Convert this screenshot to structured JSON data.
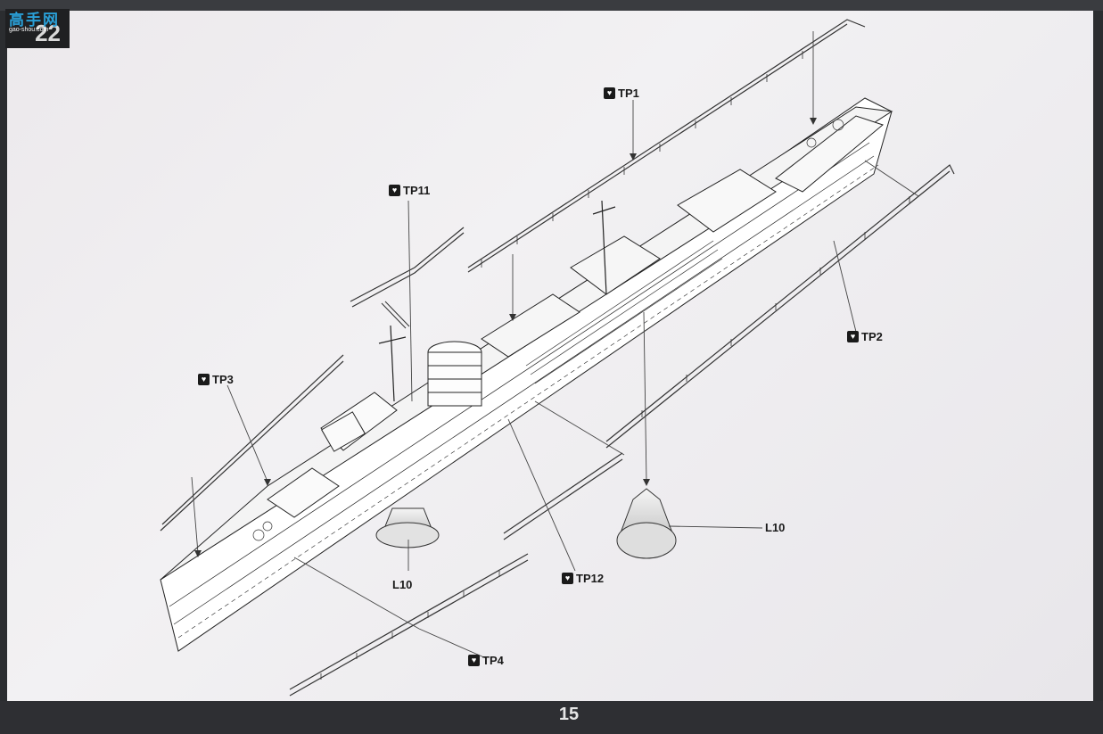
{
  "step": {
    "number": "22"
  },
  "site_logo": {
    "text": "高手网",
    "url": "gao-shou.com"
  },
  "page": {
    "number": "15"
  },
  "callouts": {
    "tp1": "TP1",
    "tp2": "TP2",
    "tp3": "TP3",
    "tp4": "TP4",
    "tp11": "TP11",
    "tp12": "TP12"
  },
  "parts": {
    "l10_left": "L10",
    "l10_right": "L10"
  },
  "icons": {
    "photo_etch": "photo-etch-part-icon"
  }
}
